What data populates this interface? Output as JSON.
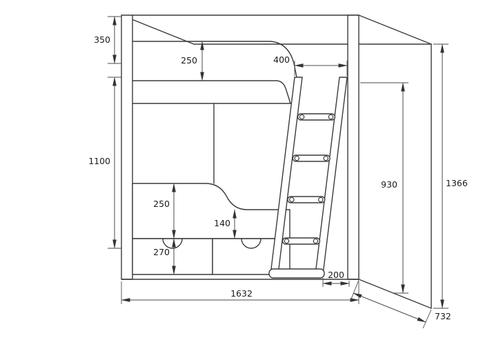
{
  "dims": {
    "headboard_top": "350",
    "upper_rail_height": "250",
    "ladder_width": "400",
    "upper_section_height": "1100",
    "lower_rail_height": "250",
    "lower_guard_height": "140",
    "drawer_height": "270",
    "ladder_foot_offset": "200",
    "right_side_height": "930",
    "total_height": "1366",
    "total_width": "1632",
    "total_depth": "732"
  }
}
